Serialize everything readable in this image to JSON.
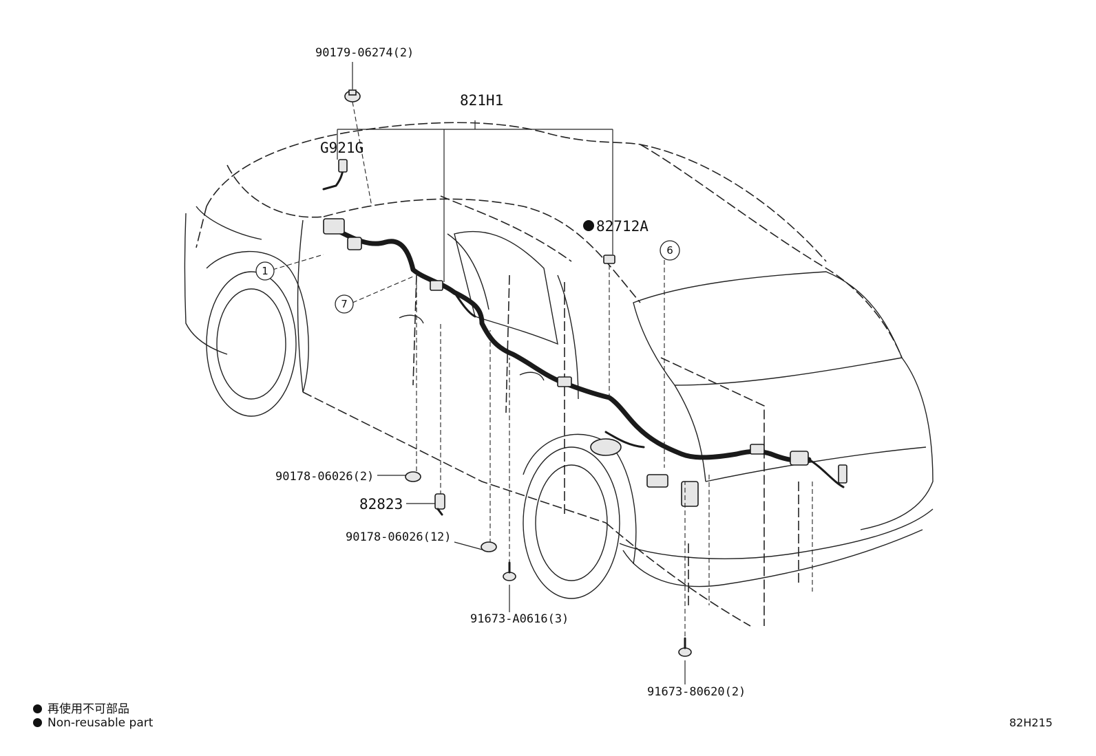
{
  "part_labels": {
    "clip_90179": "90179-06274(2)",
    "harness_821H1": "821H1",
    "grommet_G921G": "G921G",
    "protector_82712A": "82712A",
    "nut_90178_a": "90178-06026(2)",
    "clamp_82823": "82823",
    "nut_90178_b": "90178-06026(12)",
    "bolt_91673_a": "91673-A0616(3)",
    "bolt_91673_b": "91673-80620(2)"
  },
  "callouts": [
    "1",
    "7",
    "6"
  ],
  "legend": {
    "japanese": "再使用不可部品",
    "english": "Non-reusable part"
  },
  "diagram_code": "82H215"
}
